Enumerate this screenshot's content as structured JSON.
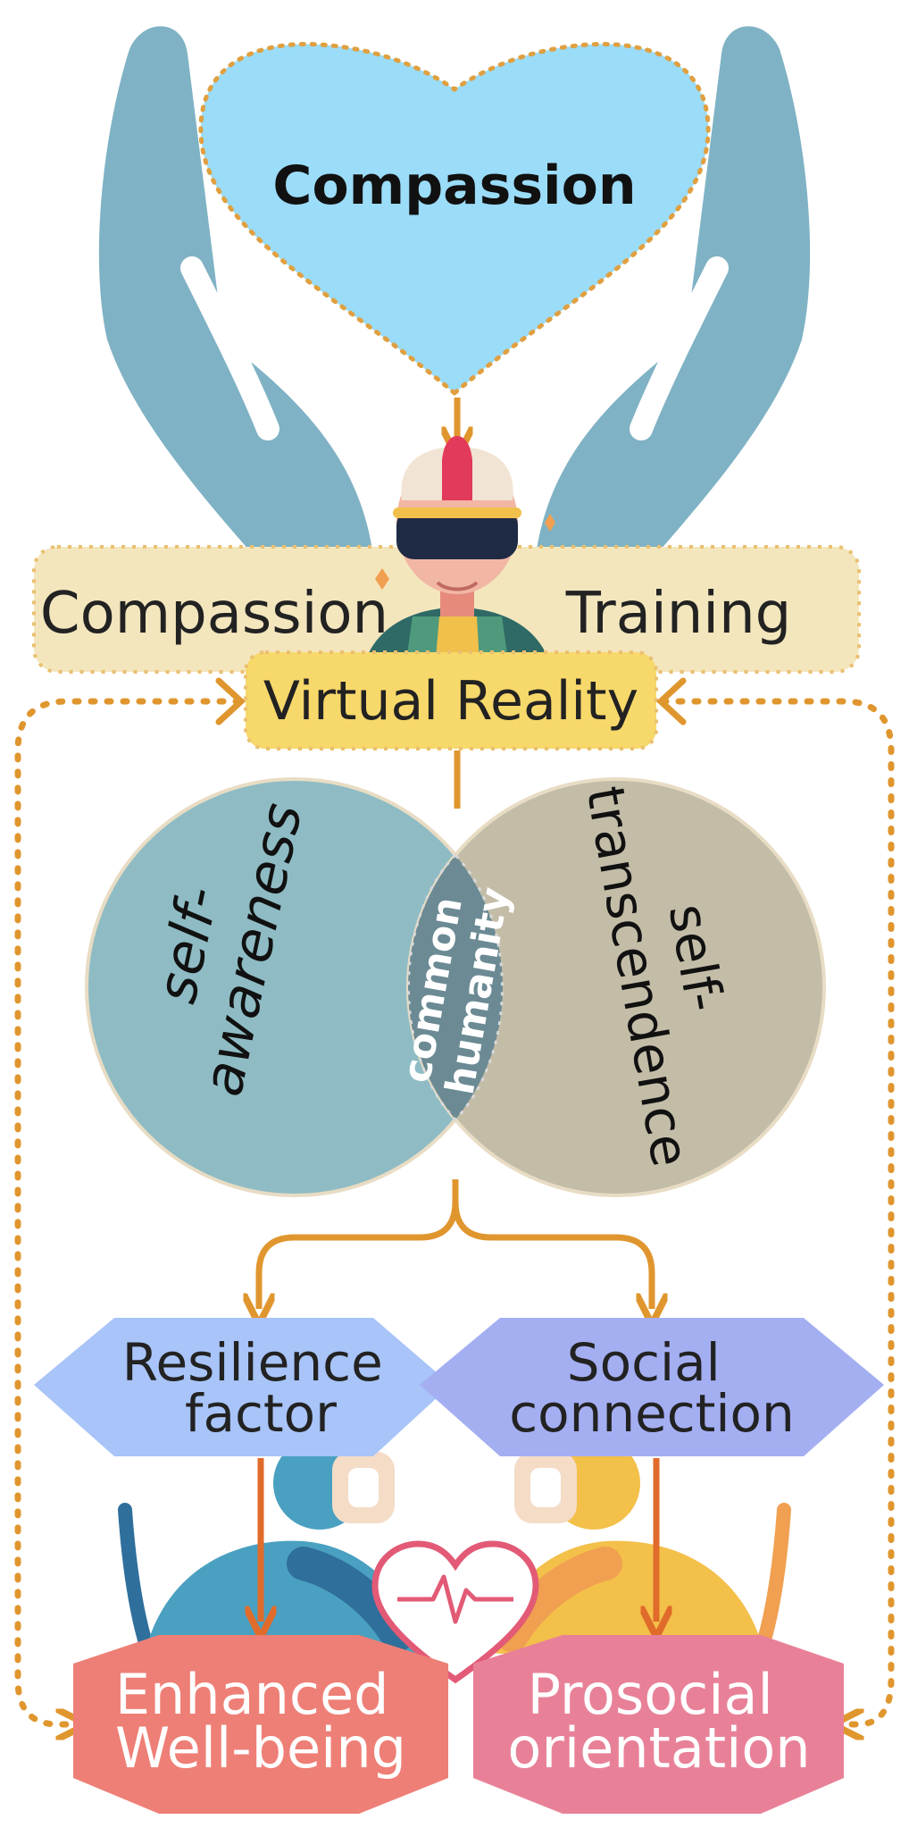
{
  "heart": {
    "label": "Compassion"
  },
  "banner": {
    "left": "Compassion",
    "right": "Training"
  },
  "vr": {
    "label": "Virtual Reality"
  },
  "venn": {
    "left": [
      "self-",
      "awareness"
    ],
    "center": [
      "common",
      "humanity"
    ],
    "right": [
      "self-",
      "transcendence"
    ]
  },
  "mid": {
    "left": [
      "Resilience",
      "factor"
    ],
    "right": [
      "Social",
      "connection"
    ]
  },
  "outcomes": {
    "left": [
      "Enhanced",
      "Well-being"
    ],
    "right": [
      "Prosocial",
      "orientation"
    ]
  },
  "colors": {
    "orange": "#e0962e",
    "darkOrange": "#e06b2a",
    "heartFill": "#9bdcf8",
    "hands": "#7fb2c4",
    "banner": "#f3e6bd",
    "vrBox": "#f7d86a",
    "leftCircle": "#8fbcc4",
    "rightCircle": "#c3bda8",
    "lens": "#6b8a94",
    "hexLeft": "#a8c4f8",
    "hexRight": "#a4aff2",
    "outLeft": "#ee7f76",
    "outRight": "#e88198"
  },
  "icons": [
    "hands-icon",
    "heart-icon",
    "vr-person-icon",
    "people-icon",
    "heartbeat-icon"
  ]
}
